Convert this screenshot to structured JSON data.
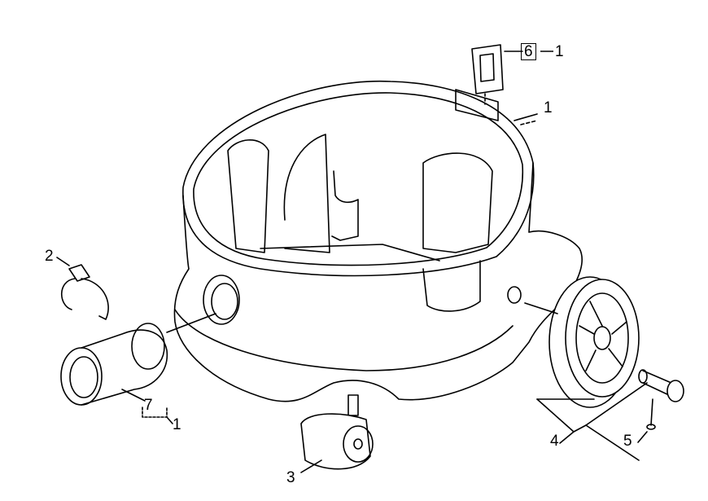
{
  "diagram": {
    "type": "exploded parts diagram",
    "callouts": [
      {
        "id": "callout-6",
        "number": "6",
        "boxed": true,
        "qty": "1"
      },
      {
        "id": "callout-1a",
        "number": "1"
      },
      {
        "id": "callout-2",
        "number": "2"
      },
      {
        "id": "callout-7",
        "number": "7",
        "qty": "1"
      },
      {
        "id": "callout-3",
        "number": "3"
      },
      {
        "id": "callout-4",
        "number": "4"
      },
      {
        "id": "callout-5",
        "number": "5"
      }
    ]
  }
}
